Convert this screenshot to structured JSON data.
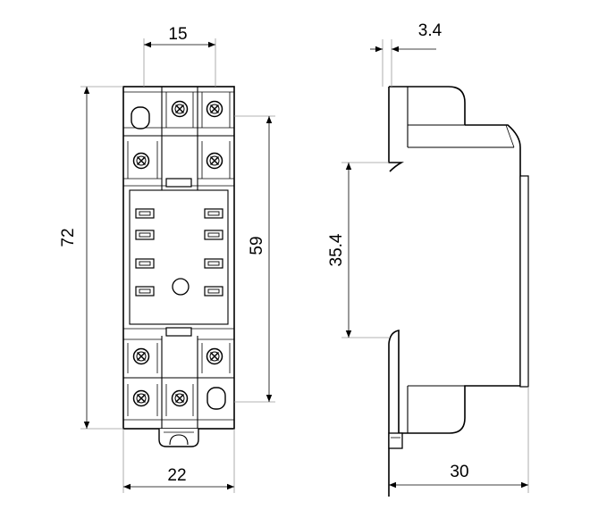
{
  "dimensions": {
    "top_pitch": "15",
    "overall_height": "72",
    "mounting_height": "59",
    "bottom_width": "22",
    "rail_clip_offset": "3.4",
    "rail_height": "35.4",
    "depth": "30"
  }
}
